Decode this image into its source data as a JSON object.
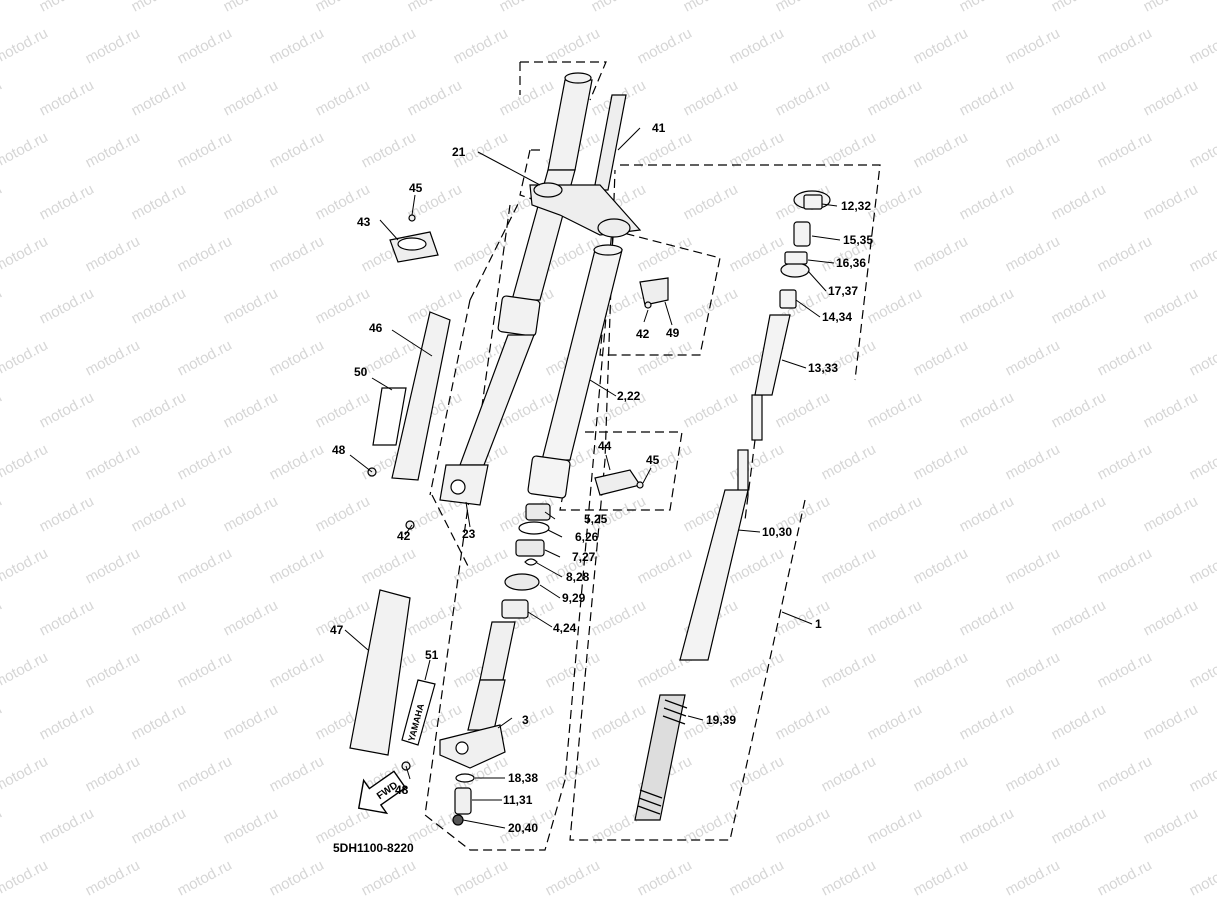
{
  "diagram": {
    "code": "5DH1100-8220",
    "watermark_text": "motod.ru",
    "fwd_label": "FWD",
    "brand_label": "YAMAHA",
    "callouts": {
      "c1": "1",
      "c2_22": "2,22",
      "c3": "3",
      "c4_24": "4,24",
      "c5_25": "5,25",
      "c6_26": "6,26",
      "c7_27": "7,27",
      "c8_28": "8,28",
      "c9_29": "9,29",
      "c10_30": "10,30",
      "c11_31": "11,31",
      "c12_32": "12,32",
      "c13_33": "13,33",
      "c14_34": "14,34",
      "c15_35": "15,35",
      "c16_36": "16,36",
      "c17_37": "17,37",
      "c18_38": "18,38",
      "c19_39": "19,39",
      "c20_40": "20,40",
      "c21": "21",
      "c23": "23",
      "c41": "41",
      "c42a": "42",
      "c42b": "42",
      "c43": "43",
      "c44": "44",
      "c45a": "45",
      "c45b": "45",
      "c46": "46",
      "c47": "47",
      "c48a": "48",
      "c48b": "48",
      "c49": "49",
      "c50": "50",
      "c51": "51"
    }
  }
}
